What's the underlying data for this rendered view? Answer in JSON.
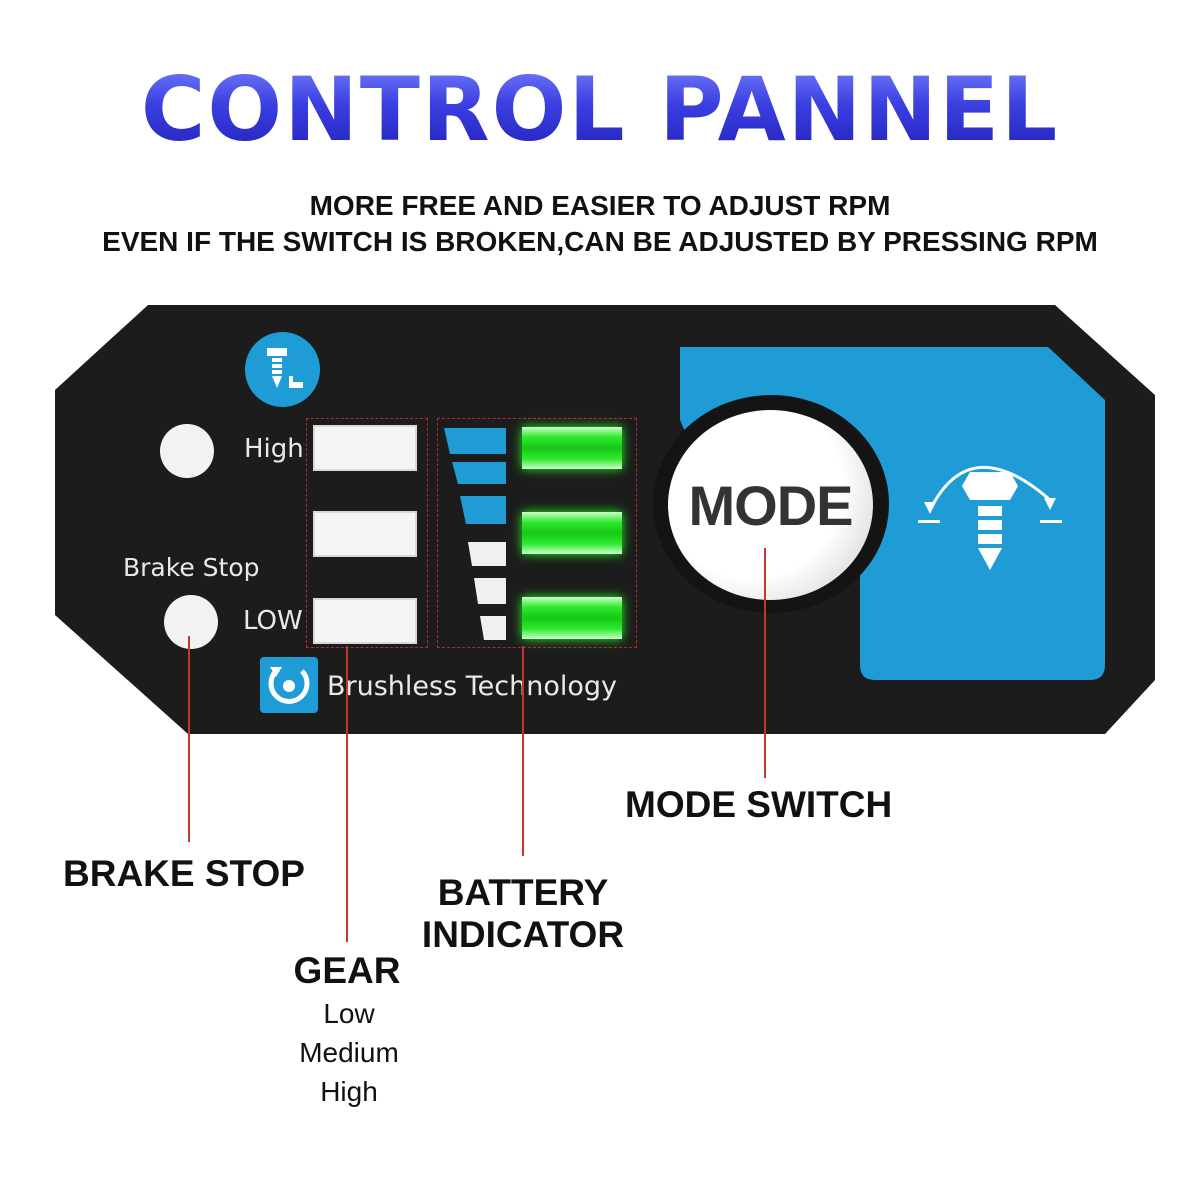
{
  "header": {
    "title": "CONTROL PANNEL",
    "subtitle_line1": "MORE FREE AND EASIER TO ADJUST RPM",
    "subtitle_line2": "EVEN IF THE SWITCH IS BROKEN,CAN BE ADJUSTED BY PRESSING RPM"
  },
  "panel": {
    "high_label": "High",
    "low_label": "LOW",
    "brake_stop_label": "Brake Stop",
    "brushless_label": "Brushless Technology",
    "mode_button_label": "MODE",
    "colors": {
      "panel": "#1a1a1a",
      "accent": "#1f9bd6",
      "battery": "#22dd22"
    },
    "icons": [
      "torque-icon",
      "brushless-icon",
      "rotate-screw-icon"
    ]
  },
  "callouts": {
    "mode_switch": "MODE SWITCH",
    "brake_stop": "BRAKE STOP",
    "battery_line1": "BATTERY",
    "battery_line2": "INDICATOR",
    "gear_title": "GEAR",
    "gear_options": [
      "Low",
      "Medium",
      "High"
    ]
  }
}
